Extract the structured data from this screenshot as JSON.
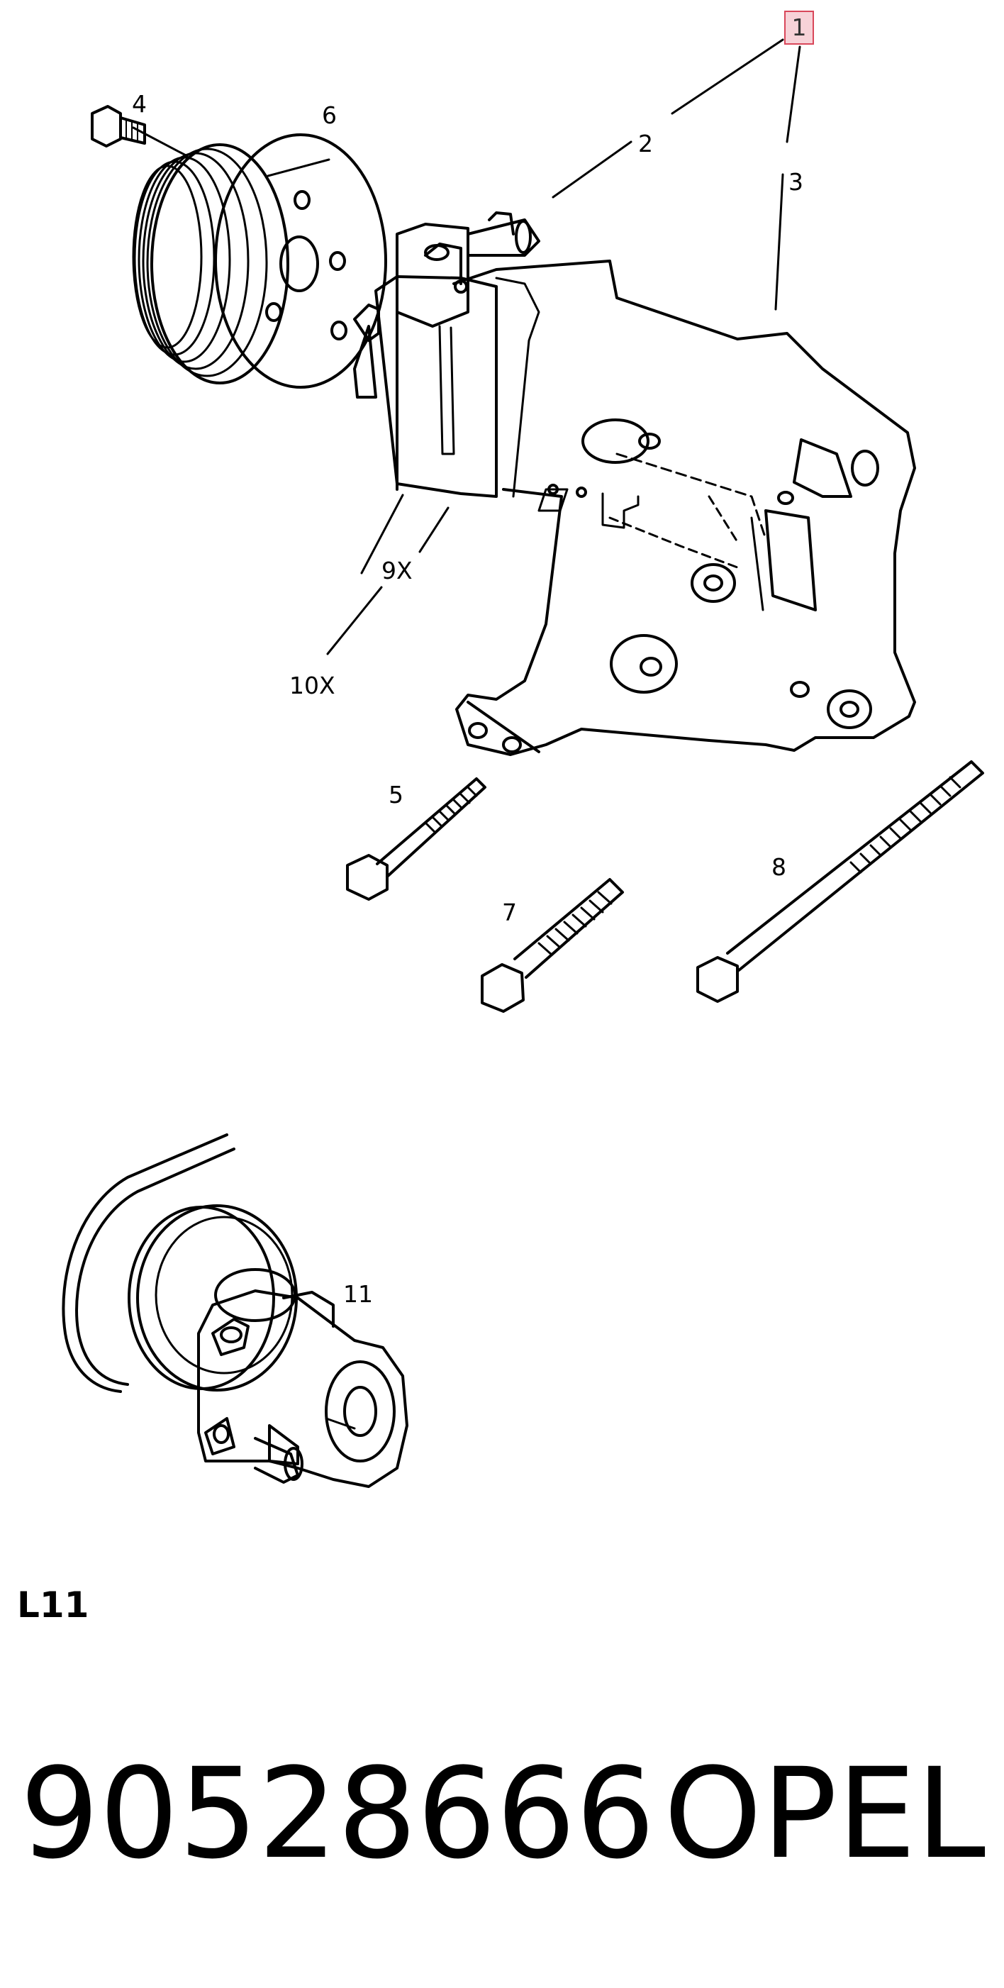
{
  "callouts": {
    "c1": "1",
    "c2": "2",
    "c3": "3",
    "c4": "4",
    "c5": "5",
    "c6": "6",
    "c7": "7",
    "c8": "8",
    "c9": "9X",
    "c10": "10X",
    "c11": "11"
  },
  "highlight_color": "#d9475a",
  "variant_code": "L11",
  "part_number": "90528666",
  "brand": "OPEL"
}
